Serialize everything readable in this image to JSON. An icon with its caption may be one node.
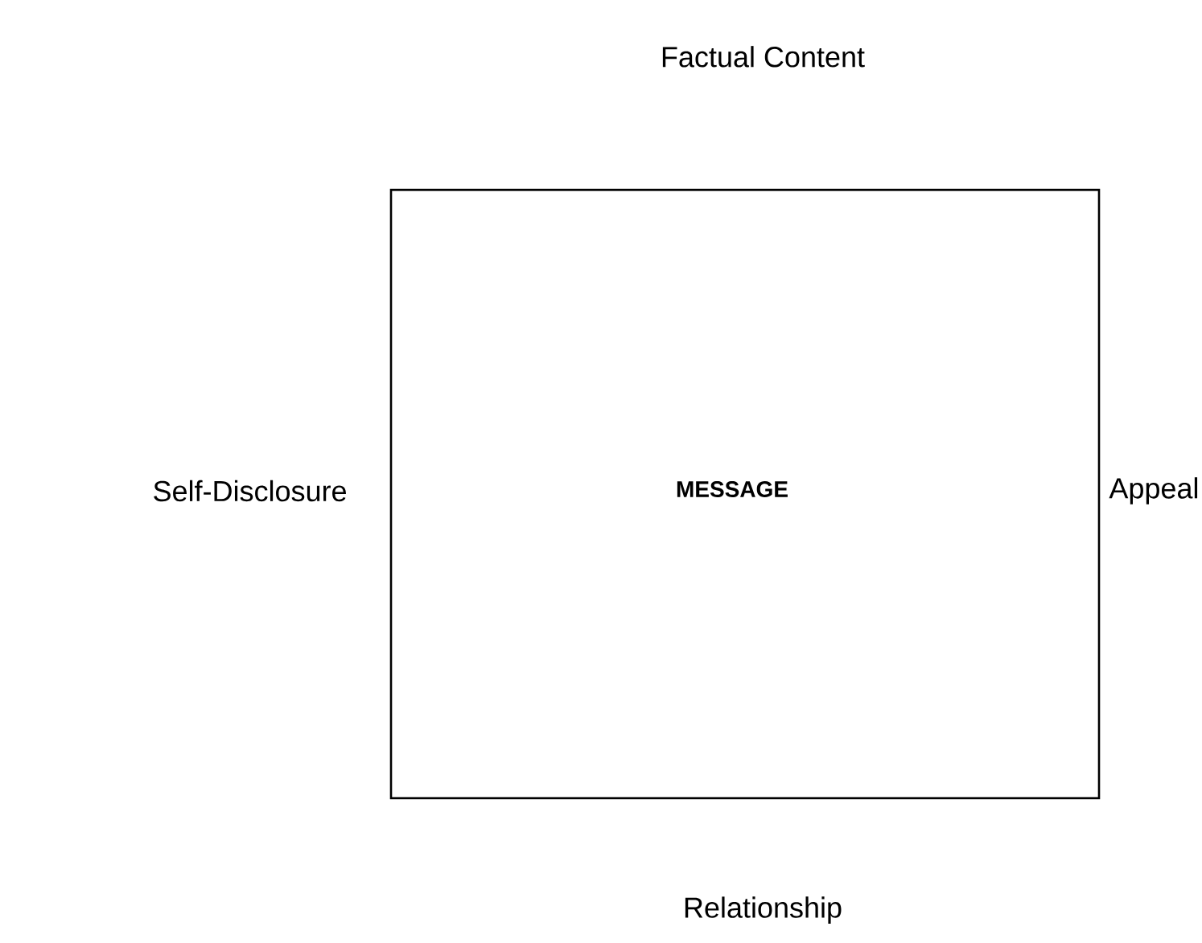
{
  "diagram": {
    "nodes": [
      {
        "text": [
          "MESSAGE"
        ]
      }
    ],
    "labels": [
      "Factual Content",
      "Self-Disclosure",
      "Appeal",
      "Relationship"
    ]
  }
}
